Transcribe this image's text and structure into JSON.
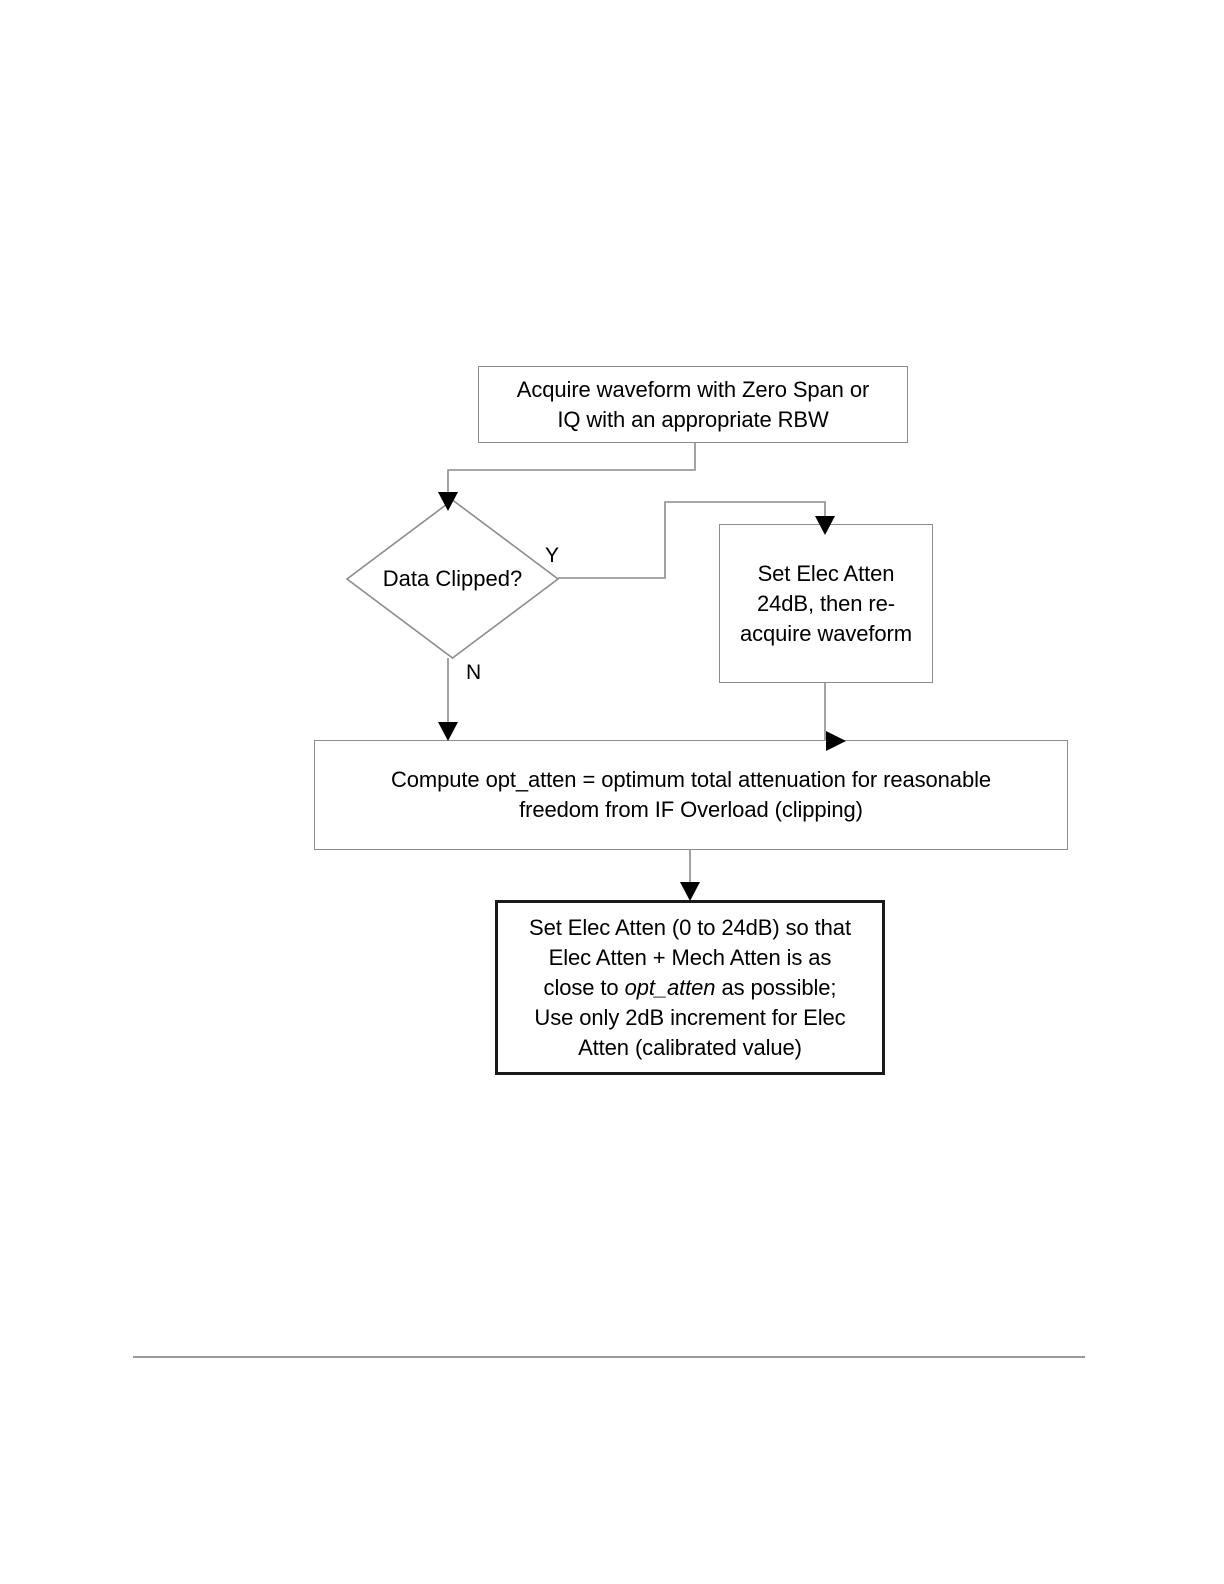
{
  "document": {
    "type": "flowchart",
    "background_color": "#ffffff",
    "line_color": "#8c8c8c",
    "text_color": "#000000",
    "emphasis_border_color": "#1a1a1a",
    "footer_rule_color": "#9a9a9a"
  },
  "flowchart": {
    "nodes": {
      "acquire": {
        "shape": "process",
        "text": "Acquire waveform with Zero Span or\nIQ with an appropriate RBW"
      },
      "decision": {
        "shape": "decision",
        "text": "Data Clipped?"
      },
      "set_atten_24": {
        "shape": "process",
        "text": "Set Elec Atten\n24dB, then re-\nacquire waveform"
      },
      "compute": {
        "shape": "process",
        "text": "Compute opt_atten = optimum total attenuation for reasonable\nfreedom from IF Overload (clipping)"
      },
      "final": {
        "shape": "process",
        "text_line_1": "Set Elec Atten (0 to 24dB) so that",
        "text_line_2": "Elec Atten + Mech Atten is as",
        "text_line_3_pre": "close to ",
        "text_line_3_em": "opt_atten",
        "text_line_3_post": " as possible;",
        "text_line_4": "Use only 2dB increment for Elec",
        "text_line_5": "Atten (calibrated value)"
      }
    },
    "branch_labels": {
      "yes": "Y",
      "no": "N"
    }
  }
}
